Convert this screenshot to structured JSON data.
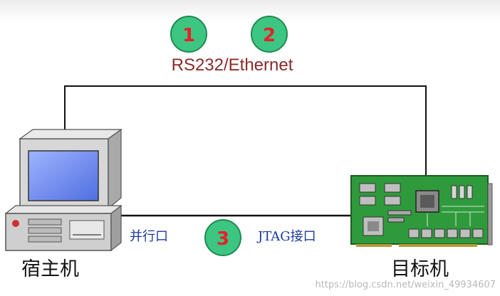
{
  "badges": [
    {
      "number": "1"
    },
    {
      "number": "2"
    },
    {
      "number": "3"
    }
  ],
  "labels": {
    "protocol": "RS232/Ethernet",
    "parallel_port": "并行口",
    "jtag_port": "JTAG接口"
  },
  "devices": {
    "host": "宿主机",
    "target": "目标机"
  },
  "watermark": "https://blog.csdn.net/weixin_49934607",
  "colors": {
    "badge_fill": "#3cc682",
    "badge_stroke": "#1f8a52",
    "badge_text": "#e8202a",
    "protocol_text": "#8a2a2a",
    "port_text": "#1a3a9a",
    "line": "#111111",
    "board_green": "#2f9a3c"
  }
}
